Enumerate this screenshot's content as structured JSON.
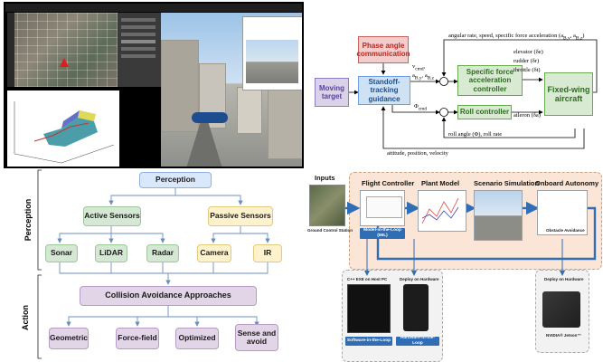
{
  "control": {
    "phase": "Phase angle communication",
    "standoff": "Standoff-tracking guidance",
    "target": "Moving target",
    "sfac": "Specific force acceleration controller",
    "roll": "Roll controller",
    "aircraft": "Fixed-wing aircraft",
    "top_signal": "angular rate, speed, specific force acceleration (a",
    "top_signal_sub": "B,y",
    "top_signal_mid": ", a",
    "top_signal_sub2": "B,z",
    "top_signal_end": ")",
    "v_cmd": "v",
    "v_cmd_sub": "cmd",
    "a_cmd": "a",
    "a_cmd_sub": "B,y",
    "a_cmd2_sub": "B,z",
    "phi_cmd": "Φ",
    "phi_cmd_sub": "cmd",
    "elevator": "elevator (δe)",
    "rudder": "rudder (δr)",
    "throttle": "throttle (δt)",
    "aileron": "aileron (δa)",
    "roll_fb": "roll angle (Φ), roll rate",
    "att_fb": "attitude, position, velocity"
  },
  "taxonomy": {
    "perception": "Perception",
    "active": "Active Sensors",
    "passive": "Passive Sensors",
    "sonar": "Sonar",
    "lidar": "LiDAR",
    "radar": "Radar",
    "camera": "Camera",
    "ir": "IR",
    "caa": "Collision Avoidance Approaches",
    "geometric": "Geometric",
    "force": "Force-field",
    "optimized": "Optimized",
    "sense": "Sense and avoid",
    "side_perception": "Perception",
    "side_action": "Action"
  },
  "pipeline": {
    "inputs": "Inputs",
    "flight": "Flight Controller",
    "plant": "Plant Model",
    "scenario": "Scenario Simulation",
    "autonomy": "Onboard Autonomy",
    "gcs": "Ground Control Station",
    "mil": "Model-in-the-Loop (MIL)",
    "cexe": "C++ EXE on Host PC",
    "deploy1": "Deploy on Hardware",
    "deploy2": "Deploy on Hardware",
    "sil": "Software-in-the-Loop",
    "hil": "Hardware-in-the-Loop",
    "obstacle": "Obstacle Avoidance",
    "jetson": "NVIDIA® Jetson™"
  },
  "colors": {
    "phase_fill": "#f4cccc",
    "phase_border": "#c9625c",
    "standoff_fill": "#cfe2f3",
    "target_fill": "#d9d2e9",
    "controller_fill": "#d9ead3",
    "pipeline_bg": "#fbe5d6",
    "pipeline_arrow": "#2f6db5"
  }
}
